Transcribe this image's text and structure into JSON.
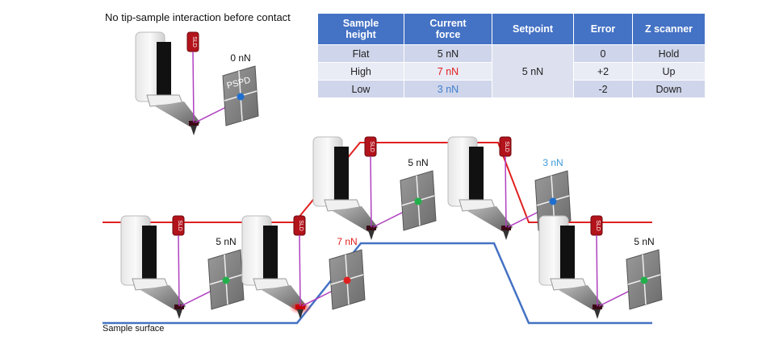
{
  "title": "No tip-sample interaction before contact",
  "surface_label": "Sample surface",
  "table": {
    "headers": [
      [
        "Sample",
        "height"
      ],
      [
        "Current",
        "force"
      ],
      [
        "Setpoint"
      ],
      [
        "Error"
      ],
      [
        "Z scanner"
      ]
    ],
    "rows": [
      {
        "height": "Flat",
        "force": "5 nN",
        "force_color": "#222222",
        "error": "0",
        "z": "Hold"
      },
      {
        "height": "High",
        "force": "7 nN",
        "force_color": "#e02020",
        "error": "+2",
        "z": "Up"
      },
      {
        "height": "Low",
        "force": "3 nN",
        "force_color": "#3f7fd0",
        "error": "-2",
        "z": "Down"
      }
    ],
    "setpoint": "5 nN"
  },
  "probes": [
    {
      "force": "0 nN",
      "force_color": "#111111",
      "dot_color": "#1f6fd0",
      "detector_label": "PSPD"
    },
    {
      "force": "5 nN",
      "force_color": "#111111",
      "dot_color": "#22b04b"
    },
    {
      "force": "7 nN",
      "force_color": "#e02020",
      "dot_color": "#e02020"
    },
    {
      "force": "5 nN",
      "force_color": "#111111",
      "dot_color": "#22b04b"
    },
    {
      "force": "3 nN",
      "force_color": "#3f9ad8",
      "dot_color": "#1f6fd0"
    },
    {
      "force": "5 nN",
      "force_color": "#111111",
      "dot_color": "#22b04b"
    }
  ],
  "laser_label": "SLD",
  "colors": {
    "header_blue": "#4472c4",
    "surface_blue": "#4472c4",
    "laser_red": "#e02020",
    "beam_purple": "#b040c0"
  }
}
